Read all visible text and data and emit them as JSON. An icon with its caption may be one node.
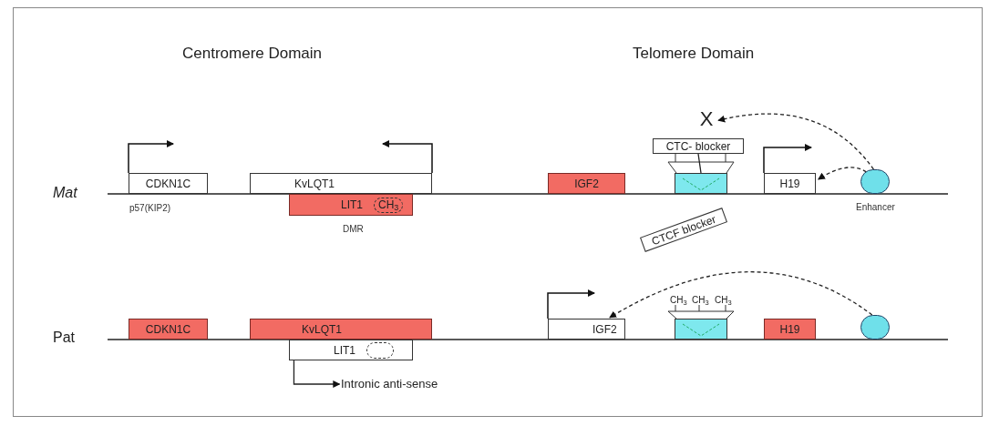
{
  "diagram": {
    "nodes": [
      {
        "text": [
          "CDKN1C"
        ],
        "beside": [
          "p57(KIP2)"
        ]
      },
      {
        "text": [
          "KvLQT1"
        ]
      },
      {
        "text": [
          "LIT1",
          "CH$_{3}$"
        ],
        "beside": [
          "DMR"
        ]
      },
      {
        "text": [
          "IGF2"
        ]
      },
      {
        "text": [],
        "shape": "box"
      },
      {
        "text": [
          "CTC- blocker"
        ]
      },
      {
        "text": [
          "H19"
        ]
      },
      {
        "text": [],
        "shape": "circle",
        "beside": [
          "Enhancer"
        ]
      },
      {
        "text": [
          "X"
        ]
      },
      {
        "text": [
          "CDKN1C"
        ]
      },
      {
        "text": [
          "KvLQT1"
        ]
      },
      {
        "text": [
          "LIT1"
        ]
      },
      {
        "text": [
          "CTCF blocker"
        ]
      },
      {
        "text": [
          "IGF2"
        ]
      },
      {
        "text": [],
        "shape": "box"
      },
      {
        "text": [
          "H19"
        ]
      },
      {
        "text": [],
        "shape": "circle"
      },
      {
        "text": [
          "Intronic anti-sense"
        ]
      }
    ],
    "edges": [
      {
        "from": 7,
        "to": 8,
        "arrow": "to",
        "style": "dashed"
      },
      {
        "from": 7,
        "to": 6,
        "arrow": "to",
        "style": "dashed"
      },
      {
        "from": 16,
        "to": 13,
        "arrow": "to",
        "style": "dashed"
      },
      {
        "from": 11,
        "to": 17,
        "arrow": "to"
      },
      {
        "from": 5,
        "to": 4,
        "arrow": "none"
      }
    ],
    "labels": [
      "Centromere Domain",
      "Telomere Domain",
      "Mat",
      "Pat",
      "CH$_{3}$",
      "CH$_{3}$",
      "CH$_{3}$"
    ]
  }
}
